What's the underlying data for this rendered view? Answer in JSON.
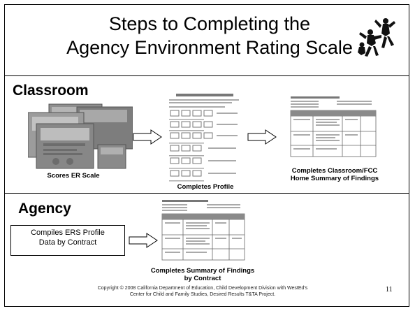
{
  "title": {
    "line1": "Steps to Completing the",
    "line2": "Agency Environment Rating Scale"
  },
  "classroom": {
    "heading": "Classroom",
    "step1_caption": "Scores ER Scale",
    "step2_caption": "Completes Profile",
    "step3_caption_line1": "Completes Classroom/FCC",
    "step3_caption_line2": "Home Summary of Findings"
  },
  "agency": {
    "heading": "Agency",
    "box_line1": "Compiles ERS Profile",
    "box_line2": "Data by Contract",
    "caption_line1": "Completes Summary of Findings",
    "caption_line2": "by Contract"
  },
  "footer": {
    "line1": "Copyright © 2008 California Department of Education, Child Development Division with WestEd's",
    "line2": "Center for Child and Family Studies, Desired Results T&TA Project.",
    "page_number": "11"
  },
  "colors": {
    "border": "#000000",
    "doc_gray": "#9a9a9a"
  }
}
